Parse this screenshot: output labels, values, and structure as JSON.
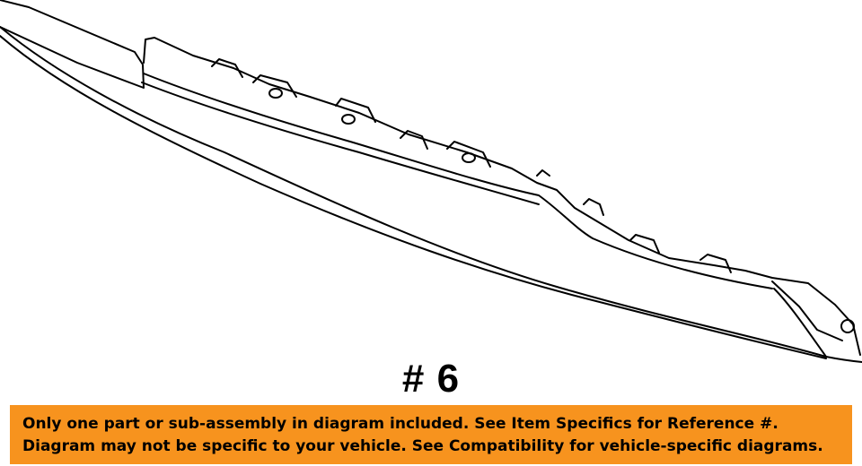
{
  "part_label": "# 6",
  "disclaimer": {
    "line1": "Only one part or sub-assembly in diagram included. See Item Specifics for Reference #.",
    "line2": "Diagram may not be specific to your vehicle. See Compatibility for vehicle-specific diagrams."
  },
  "colors": {
    "banner": "#F7931E",
    "line_art": "#000000",
    "background": "#FFFFFF"
  }
}
